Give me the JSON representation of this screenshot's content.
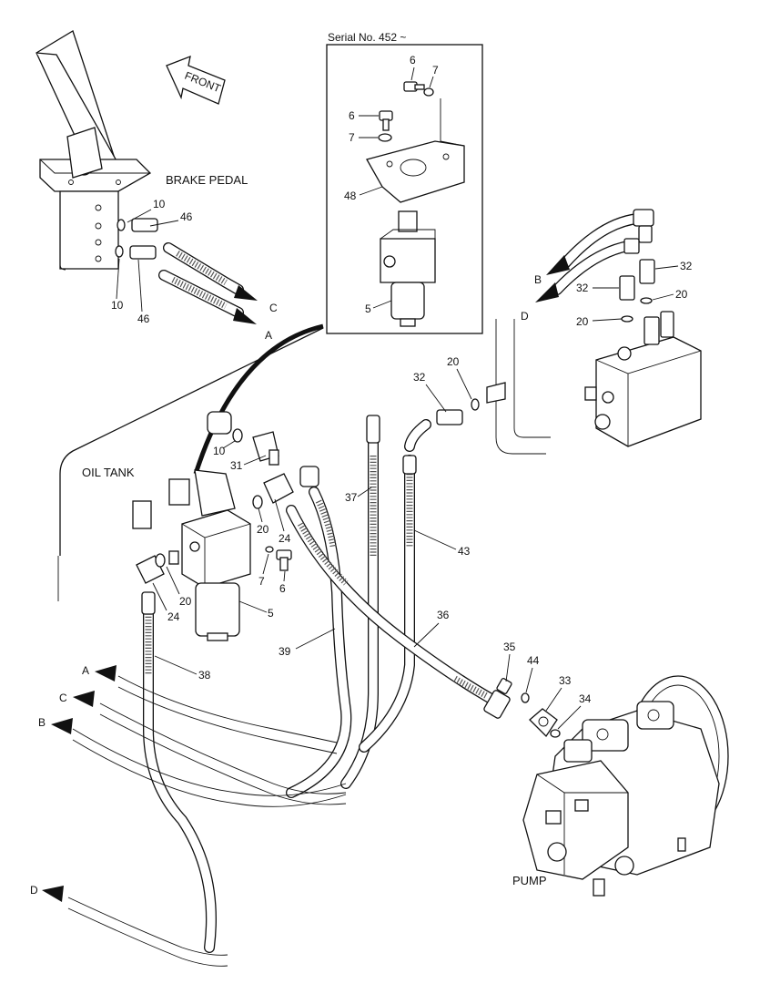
{
  "titles": {
    "serial": "Serial No. 452 ~",
    "front": "FRONT",
    "brake_pedal": "BRAKE PEDAL",
    "oil_tank": "OIL TANK",
    "pump": "PUMP"
  },
  "callouts": {
    "p6a": "6",
    "p7a": "7",
    "p6b": "6",
    "p7b": "7",
    "p48": "48",
    "p5a": "5",
    "p10a": "10",
    "p46a": "46",
    "p10b": "10",
    "p46b": "46",
    "p32a": "32",
    "p32b": "32",
    "p20a": "20",
    "p20b": "20",
    "p32c": "32",
    "p20c": "20",
    "p10c": "10",
    "p31": "31",
    "p37": "37",
    "p20d": "20",
    "p24a": "24",
    "p7c": "7",
    "p6c": "6",
    "p20e": "20",
    "p24b": "24",
    "p5b": "5",
    "p43": "43",
    "p36": "36",
    "p39": "39",
    "p38": "38",
    "p35": "35",
    "p44": "44",
    "p33": "33",
    "p34": "34"
  },
  "connectors": {
    "a1": "A",
    "c1": "C",
    "b1": "B",
    "d1": "D",
    "a2": "A",
    "c2": "C",
    "b2": "B",
    "d2": "D"
  }
}
